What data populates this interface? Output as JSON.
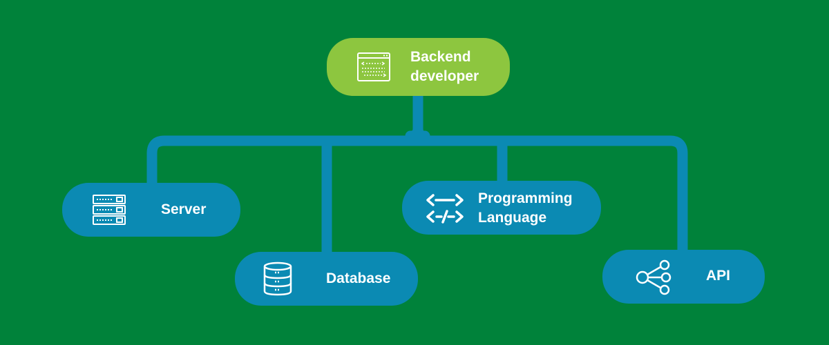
{
  "colors": {
    "background": "#00823a",
    "root_node": "#8dc63f",
    "child_node": "#0b8ab3",
    "connector": "#0b8ab3",
    "text": "#ffffff"
  },
  "diagram": {
    "root": {
      "label_line1": "Backend",
      "label_line2": "developer",
      "icon": "code-window-icon"
    },
    "children": {
      "server": {
        "label": "Server",
        "icon": "server-rack-icon"
      },
      "database": {
        "label": "Database",
        "icon": "database-icon"
      },
      "programming_language": {
        "label_line1": "Programming",
        "label_line2": "Language",
        "icon": "code-brackets-icon"
      },
      "api": {
        "label": "API",
        "icon": "share-network-icon"
      }
    }
  }
}
